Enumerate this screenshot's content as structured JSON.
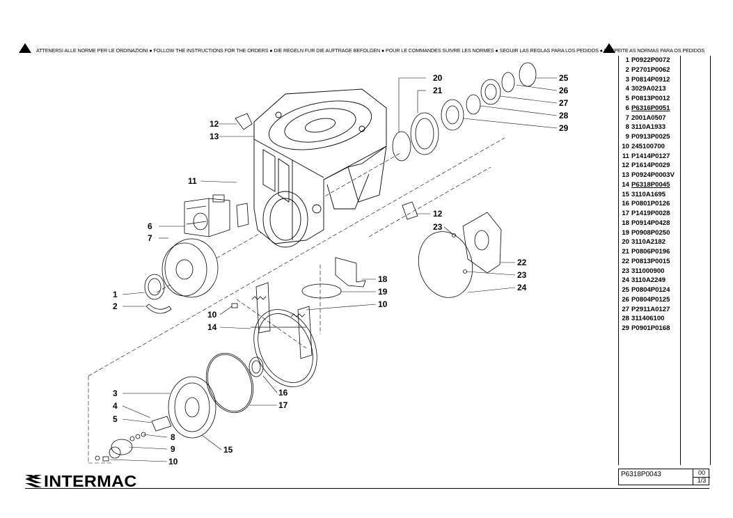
{
  "warning_text": "ATTENERSI ALLE NORME PER LE ORDINAZIONI ● FOLLOW THE INSTRUCTIONS FOR THE ORDERS ● DIE REGELN FUR DIE AUFTRAGE BEFOLGEN ● POUR LE COMMANDES SUIVRE LES NORMES ● SEGUIR LAS REGLAS PARA LOS PEDIDOS ● RESPEITE AS NORMAS PARA OS PEDIDOS",
  "callouts": [
    "1",
    "2",
    "3",
    "4",
    "5",
    "6",
    "7",
    "8",
    "9",
    "10",
    "10",
    "10",
    "11",
    "12",
    "12",
    "13",
    "14",
    "15",
    "16",
    "17",
    "18",
    "19",
    "20",
    "21",
    "22",
    "23",
    "23",
    "24",
    "25",
    "26",
    "27",
    "28",
    "29"
  ],
  "parts": [
    {
      "num": "1",
      "code": "P0922P0072",
      "underlined": false
    },
    {
      "num": "2",
      "code": "P2701P0062",
      "underlined": false
    },
    {
      "num": "3",
      "code": "P0814P0912",
      "underlined": false
    },
    {
      "num": "4",
      "code": "3029A0213",
      "underlined": false
    },
    {
      "num": "5",
      "code": "P0813P0012",
      "underlined": false
    },
    {
      "num": "6",
      "code": "P6316P0051",
      "underlined": true
    },
    {
      "num": "7",
      "code": "2001A0507",
      "underlined": false
    },
    {
      "num": "8",
      "code": "3110A1933",
      "underlined": false
    },
    {
      "num": "9",
      "code": "P0913P0025",
      "underlined": false
    },
    {
      "num": "10",
      "code": "245100700",
      "underlined": false
    },
    {
      "num": "11",
      "code": "P1414P0127",
      "underlined": false
    },
    {
      "num": "12",
      "code": "P1614P0029",
      "underlined": false
    },
    {
      "num": "13",
      "code": "P0924P0003V",
      "underlined": false
    },
    {
      "num": "14",
      "code": "P6318P0045",
      "underlined": true
    },
    {
      "num": "15",
      "code": "3110A1695",
      "underlined": false
    },
    {
      "num": "16",
      "code": "P0801P0126",
      "underlined": false
    },
    {
      "num": "17",
      "code": "P1419P0028",
      "underlined": false
    },
    {
      "num": "18",
      "code": "P0914P0428",
      "underlined": false
    },
    {
      "num": "19",
      "code": "P0908P0250",
      "underlined": false
    },
    {
      "num": "20",
      "code": "3110A2182",
      "underlined": false
    },
    {
      "num": "21",
      "code": "P0806P0196",
      "underlined": false
    },
    {
      "num": "22",
      "code": "P0813P0015",
      "underlined": false
    },
    {
      "num": "23",
      "code": "311000900",
      "underlined": false
    },
    {
      "num": "24",
      "code": "3110A2249",
      "underlined": false
    },
    {
      "num": "25",
      "code": "P0804P0124",
      "underlined": false
    },
    {
      "num": "26",
      "code": "P0804P0125",
      "underlined": false
    },
    {
      "num": "27",
      "code": "P2911A0127",
      "underlined": false
    },
    {
      "num": "28",
      "code": "311406100",
      "underlined": false
    },
    {
      "num": "29",
      "code": "P0901P0168",
      "underlined": false
    }
  ],
  "title_block": {
    "code": "P6318P0043",
    "revision": "00",
    "sheet": "1/3"
  },
  "logo": {
    "text": "INTERMAC",
    "icon": "intermac-stripes-icon"
  }
}
